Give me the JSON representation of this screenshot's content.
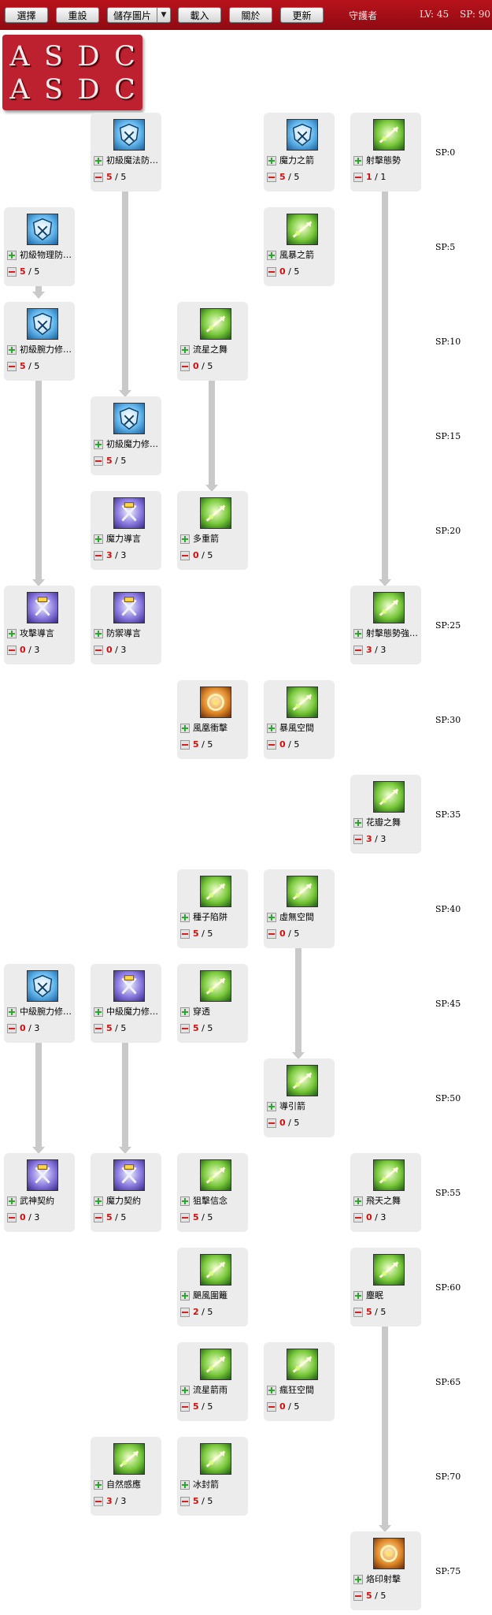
{
  "toolbar": {
    "select": "選擇",
    "reset": "重設",
    "save_image": "儲存圖片",
    "load": "載入",
    "close": "關於",
    "update": "更新",
    "class_name": "守護者",
    "level": "LV: 45",
    "sp": "SP: 90"
  },
  "hotkeys": {
    "row1": [
      "A",
      "S",
      "D",
      "C"
    ],
    "row2": [
      "A",
      "S",
      "D",
      "C"
    ]
  },
  "sp_labels": [
    "SP:0",
    "SP:5",
    "SP:10",
    "SP:15",
    "SP:20",
    "SP:25",
    "SP:30",
    "SP:35",
    "SP:40",
    "SP:45",
    "SP:50",
    "SP:55",
    "SP:60",
    "SP:65",
    "SP:70",
    "SP:75"
  ],
  "skills": [
    {
      "name": "初級魔法防…",
      "cur": "5",
      "max": "5",
      "icon": "magic-shield-icon",
      "color": "blue"
    },
    {
      "name": "魔力之箭",
      "cur": "5",
      "max": "5",
      "icon": "magic-arrow-icon",
      "color": "blue"
    },
    {
      "name": "射擊態勢",
      "cur": "1",
      "max": "1",
      "icon": "archer-stance-icon",
      "color": "green"
    },
    {
      "name": "初級物理防…",
      "cur": "5",
      "max": "5",
      "icon": "physical-shield-icon",
      "color": "blue"
    },
    {
      "name": "風暴之箭",
      "cur": "0",
      "max": "5",
      "icon": "storm-arrow-icon",
      "color": "green"
    },
    {
      "name": "初級腕力修…",
      "cur": "5",
      "max": "5",
      "icon": "arm-strength-icon",
      "color": "blue"
    },
    {
      "name": "流星之舞",
      "cur": "0",
      "max": "5",
      "icon": "meteor-dance-icon",
      "color": "green"
    },
    {
      "name": "初級魔力修…",
      "cur": "5",
      "max": "5",
      "icon": "crossed-swords-icon",
      "color": "blue"
    },
    {
      "name": "魔力導言",
      "cur": "3",
      "max": "3",
      "icon": "magic-guide-icon",
      "color": "purple"
    },
    {
      "name": "多重箭",
      "cur": "0",
      "max": "5",
      "icon": "multi-arrow-icon",
      "color": "green"
    },
    {
      "name": "攻擊導言",
      "cur": "0",
      "max": "3",
      "icon": "attack-guide-icon",
      "color": "purple"
    },
    {
      "name": "防禦導言",
      "cur": "0",
      "max": "3",
      "icon": "defense-guide-icon",
      "color": "purple"
    },
    {
      "name": "射擊態勢強…",
      "cur": "3",
      "max": "3",
      "icon": "archer-stance-plus-icon",
      "color": "green"
    },
    {
      "name": "風凰衝擊",
      "cur": "5",
      "max": "5",
      "icon": "phoenix-strike-icon",
      "color": "orange"
    },
    {
      "name": "暴風空間",
      "cur": "0",
      "max": "5",
      "icon": "storm-space-icon",
      "color": "green"
    },
    {
      "name": "花瓣之舞",
      "cur": "3",
      "max": "3",
      "icon": "petal-dance-icon",
      "color": "green"
    },
    {
      "name": "種子陷阱",
      "cur": "5",
      "max": "5",
      "icon": "seed-trap-icon",
      "color": "green"
    },
    {
      "name": "虛無空間",
      "cur": "0",
      "max": "5",
      "icon": "void-space-icon",
      "color": "green"
    },
    {
      "name": "中級腕力修…",
      "cur": "0",
      "max": "3",
      "icon": "arm-strength-icon",
      "color": "blue"
    },
    {
      "name": "中級魔力修…",
      "cur": "5",
      "max": "5",
      "icon": "crossed-swords-icon",
      "color": "purple"
    },
    {
      "name": "穿透",
      "cur": "5",
      "max": "5",
      "icon": "pierce-icon",
      "color": "green"
    },
    {
      "name": "導引箭",
      "cur": "0",
      "max": "5",
      "icon": "guided-arrow-icon",
      "color": "green"
    },
    {
      "name": "武神契約",
      "cur": "0",
      "max": "3",
      "icon": "war-god-pact-icon",
      "color": "purple"
    },
    {
      "name": "魔力契約",
      "cur": "5",
      "max": "5",
      "icon": "magic-pact-icon",
      "color": "purple"
    },
    {
      "name": "狙擊信念",
      "cur": "5",
      "max": "5",
      "icon": "snipe-icon",
      "color": "green"
    },
    {
      "name": "飛天之舞",
      "cur": "0",
      "max": "3",
      "icon": "flying-dance-icon",
      "color": "green"
    },
    {
      "name": "颶風圍籬",
      "cur": "2",
      "max": "5",
      "icon": "hurricane-fence-icon",
      "color": "green"
    },
    {
      "name": "塵眠",
      "cur": "5",
      "max": "5",
      "icon": "dust-sleep-icon",
      "color": "green"
    },
    {
      "name": "流星箭雨",
      "cur": "5",
      "max": "5",
      "icon": "meteor-rain-icon",
      "color": "green"
    },
    {
      "name": "瘋狂空間",
      "cur": "0",
      "max": "5",
      "icon": "frenzy-space-icon",
      "color": "green"
    },
    {
      "name": "自然感應",
      "cur": "3",
      "max": "3",
      "icon": "nature-sense-icon",
      "color": "green"
    },
    {
      "name": "冰封箭",
      "cur": "5",
      "max": "5",
      "icon": "frozen-arrow-icon",
      "color": "green"
    },
    {
      "name": "烙印射擊",
      "cur": "5",
      "max": "5",
      "icon": "brand-shot-icon",
      "color": "orange"
    }
  ],
  "colors": {
    "toolbar": "#a3121a",
    "hotkey_panel": "#bd2130",
    "level_current": "#d01010",
    "plus": "#2ea52e",
    "minus": "#d62020"
  }
}
